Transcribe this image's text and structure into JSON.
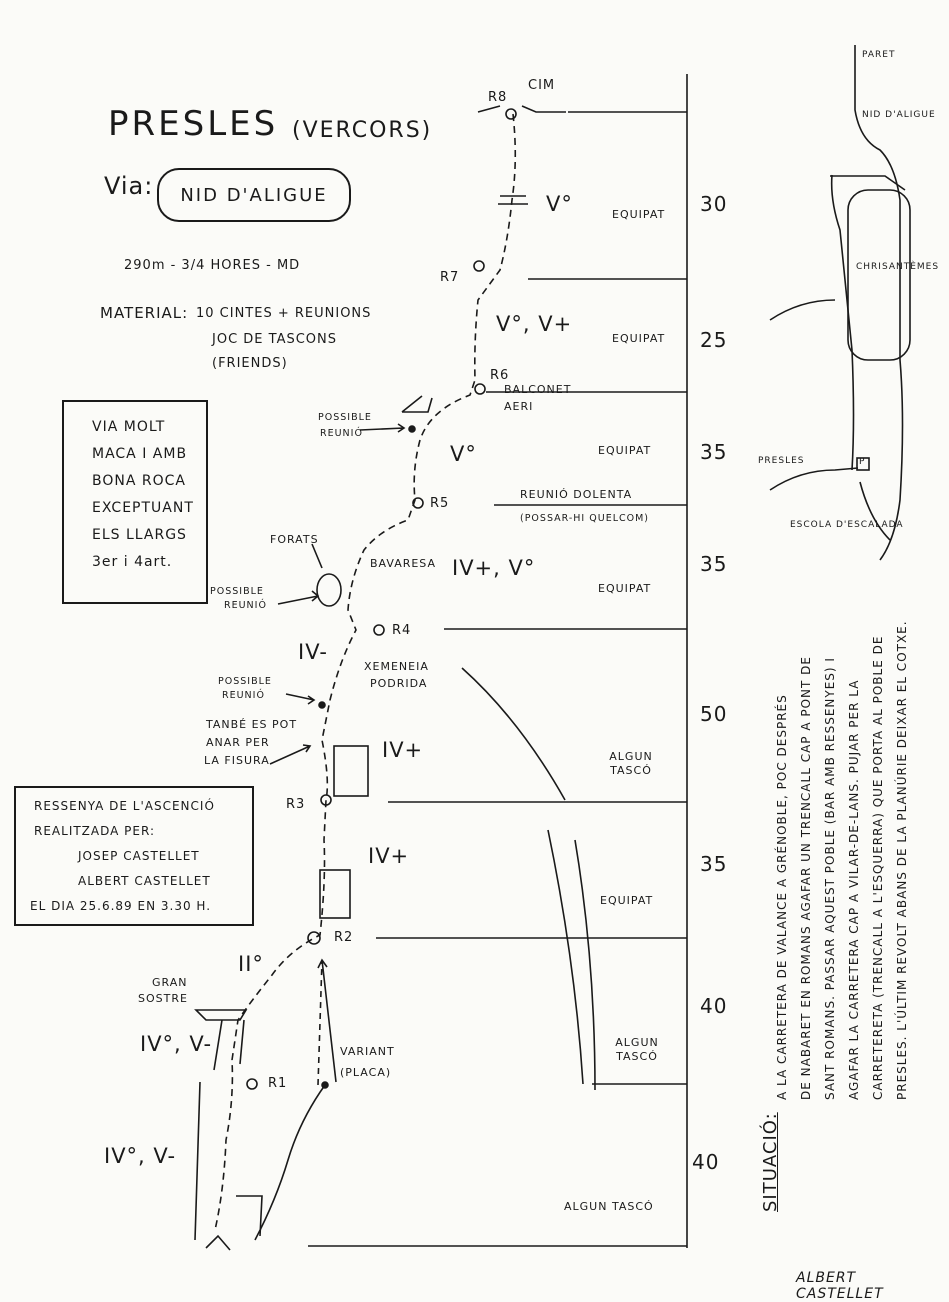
{
  "title": "PRESLES",
  "title_region": "(VERCORS)",
  "via_label": "Via:",
  "via_name": "NID D'ALIGUE",
  "stats": "290m - 3/4 HORES - MD",
  "material": {
    "label": "MATERIAL:",
    "lines": [
      "10 CINTES + REUNIONS",
      "JOC DE TASCONS",
      "(FRIENDS)"
    ]
  },
  "note_box": [
    "VIA MOLT",
    "MACA I AMB",
    "BONA ROCA",
    "EXCEPTUANT",
    "ELS LLARGS",
    "3er i 4art."
  ],
  "ascent_box": [
    "RESSENYA DE L'ASCENCIÓ",
    "REALITZADA PER:",
    "JOSEP CASTELLET",
    "ALBERT CASTELLET",
    "EL DIA  25.6.89 EN 3.30 H."
  ],
  "topo": {
    "summit": "CIM",
    "stations": [
      "R8",
      "R7",
      "R6",
      "R5",
      "R4",
      "R3",
      "R2",
      "R1"
    ],
    "balconet": [
      "BALCONET",
      "AERI"
    ],
    "grades": {
      "p1": "V°",
      "p2": "V°, V+",
      "p3": "V°",
      "p4": "IV+, V°",
      "p5": "IV-",
      "p6": "IV+",
      "p7": "IV+",
      "p8": "II°",
      "p9": "IV°, V-",
      "p10": "IV°, V-"
    },
    "annotations": {
      "possible1": [
        "POSSIBLE",
        "REUNIÓ"
      ],
      "possible2": [
        "POSSIBLE",
        "REUNIÓ"
      ],
      "possible3": [
        "POSSIBLE",
        "REUNIÓ"
      ],
      "forats": "FORATS",
      "bavaresa": "BAVARESA",
      "xemeneia": [
        "XEMENEIA",
        "PODRIDA"
      ],
      "tambe": [
        "TANBÉ ES POT",
        "ANAR PER",
        "LA FISURA"
      ],
      "gran_sostre": [
        "GRAN",
        "SOSTRE"
      ],
      "variant": [
        "VARIANT",
        "(PLACA)"
      ]
    },
    "pitch_info": [
      "EQUIPAT",
      "EQUIPAT",
      "EQUIPAT",
      "EQUIPAT",
      "ALGUN TASCÓ",
      "EQUIPAT",
      "ALGUN TASCÓ",
      "ALGUN TASCÓ"
    ],
    "reunio_dolenta": [
      "REUNIÓ DOLENTA",
      "(POSSAR-HI QUELCOM)"
    ],
    "pitch_lengths": [
      "30",
      "25",
      "35",
      "35",
      "50",
      "35",
      "40",
      "40"
    ]
  },
  "map": {
    "paret": "PARET",
    "nid": "NID D'ALIGUE",
    "chrysantemes": "CHRISANTÈMES",
    "presles": "PRESLES",
    "escola": "ESCOLA D'ESCALADA",
    "parking": "P"
  },
  "situacio": {
    "label": "SITUACIÓ:",
    "lines": [
      "A LA CARRETERA DE VALANCE A GRÉNOBLE, POC DESPRÉS",
      "DE NABARET EN ROMANS AGAFAR UN TRENCALL CAP A PONT DE",
      "SANT ROMANS. PASSAR AQUEST POBLE (BAR AMB RESSENYES) I",
      "AGAFAR LA CARRETERA CAP A VILAR-DE-LANS. PUJAR PER LA",
      "CARRETERETA (TRENCALL A L'ESQUERRA) QUE PORTA AL POBLE DE",
      "PRESLES. L'ÚLTIM REVOLT ABANS DE LA PLANÚRIE DEIXAR EL COTXE."
    ]
  },
  "signature": "ALBERT CASTELLET"
}
